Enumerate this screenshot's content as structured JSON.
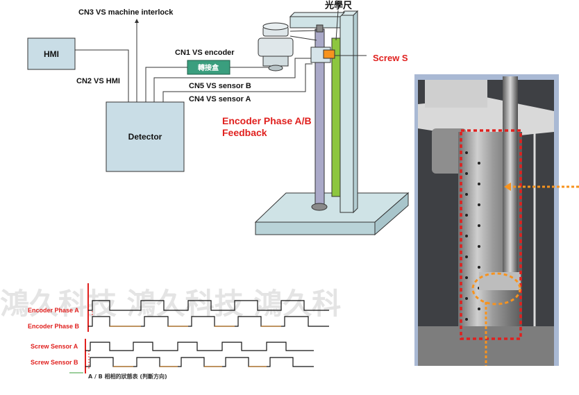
{
  "diagram": {
    "boxes": {
      "hmi": "HMI",
      "detector": "Detector",
      "adapter_box": "轉接盒"
    },
    "connections": {
      "cn3": "CN3 VS machine interlock",
      "cn1": "CN1 VS encoder",
      "cn2": "CN2 VS HMI",
      "cn5": "CN5 VS sensor B",
      "cn4": "CN4 VS sensor A"
    },
    "annotations": {
      "optical_ruler": "光學尺",
      "screw_s": "Screw S",
      "encoder_feedback_line1": "Encoder Phase A/B",
      "encoder_feedback_line2": "Feedback"
    },
    "timing": {
      "labels": [
        "Encoder Phase A",
        "Encoder Phase B",
        "Screw Sensor A",
        "Screw Sensor B"
      ],
      "caption": "A / B 相相的狀態表 (判斷方向)"
    },
    "watermark": "鴻久科技 鴻久科技 鴻久科",
    "colors": {
      "accent_red": "#e0201e",
      "orange": "#f7931e",
      "adapter_green": "#3a9e7e",
      "rail_green": "#8dc63f",
      "column_purple": "#aaa9c8",
      "base_blue": "#cfe3e6",
      "box_blue": "#c9dde6",
      "photo_frame": "#a9b9d4"
    }
  }
}
